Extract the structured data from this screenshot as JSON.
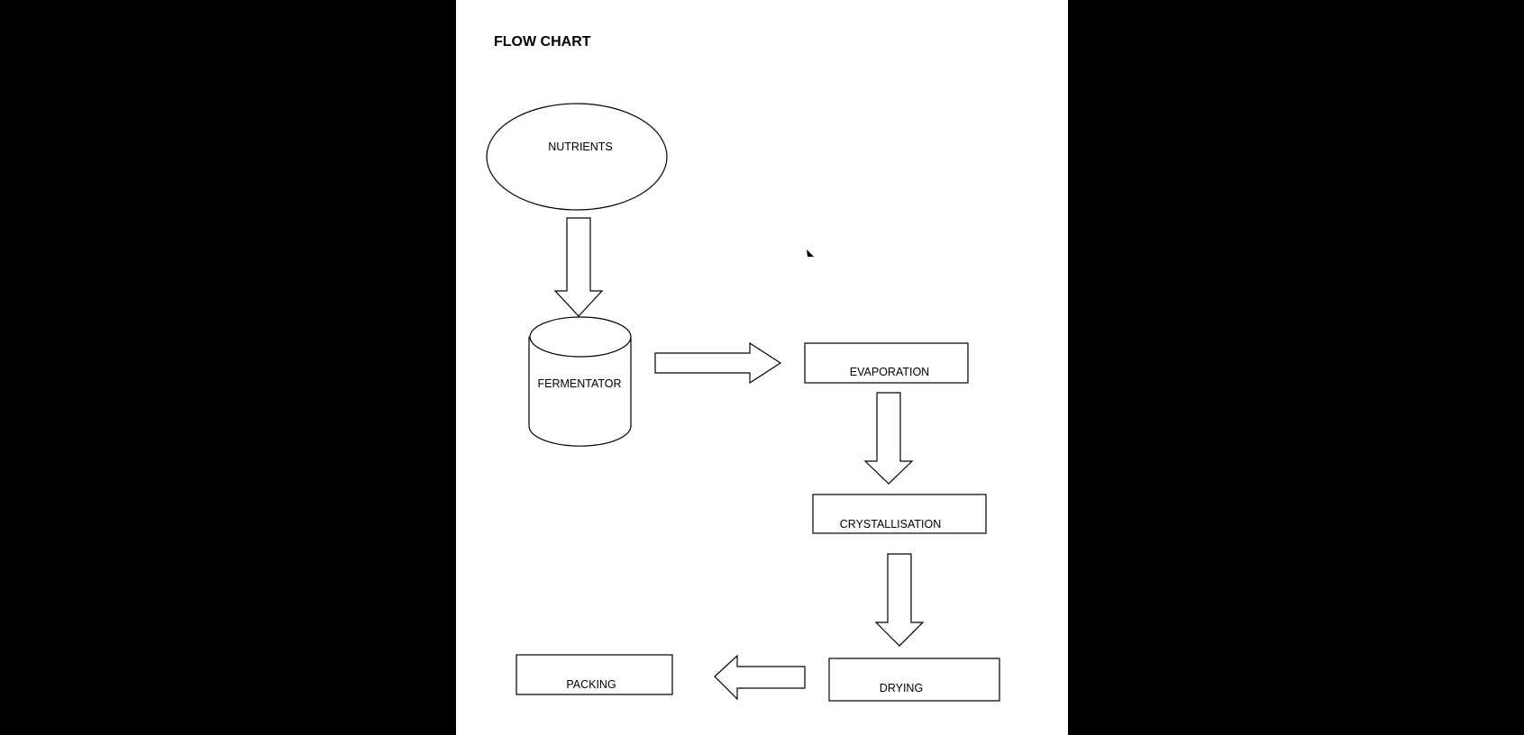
{
  "title": "FLOW CHART",
  "nodes": {
    "nutrients": "NUTRIENTS",
    "fermentator": "FERMENTATOR",
    "evaporation": "EVAPORATION",
    "crystallisation": "CRYSTALLISATION",
    "drying": "DRYING",
    "packing": "PACKING"
  },
  "colors": {
    "background": "#000000",
    "page": "#ffffff",
    "stroke": "#000000"
  }
}
